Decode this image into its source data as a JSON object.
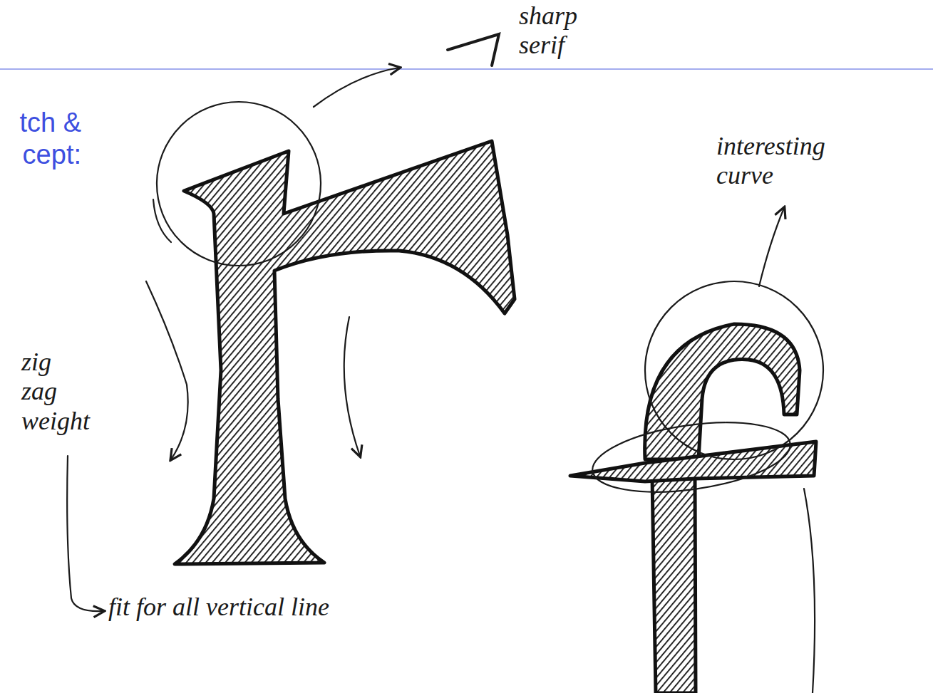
{
  "diagram": {
    "title": "tch & cept:",
    "labels": [
      "sharp serif",
      "interesting curve",
      "zig zag weight",
      "fit for all vertical line"
    ]
  }
}
